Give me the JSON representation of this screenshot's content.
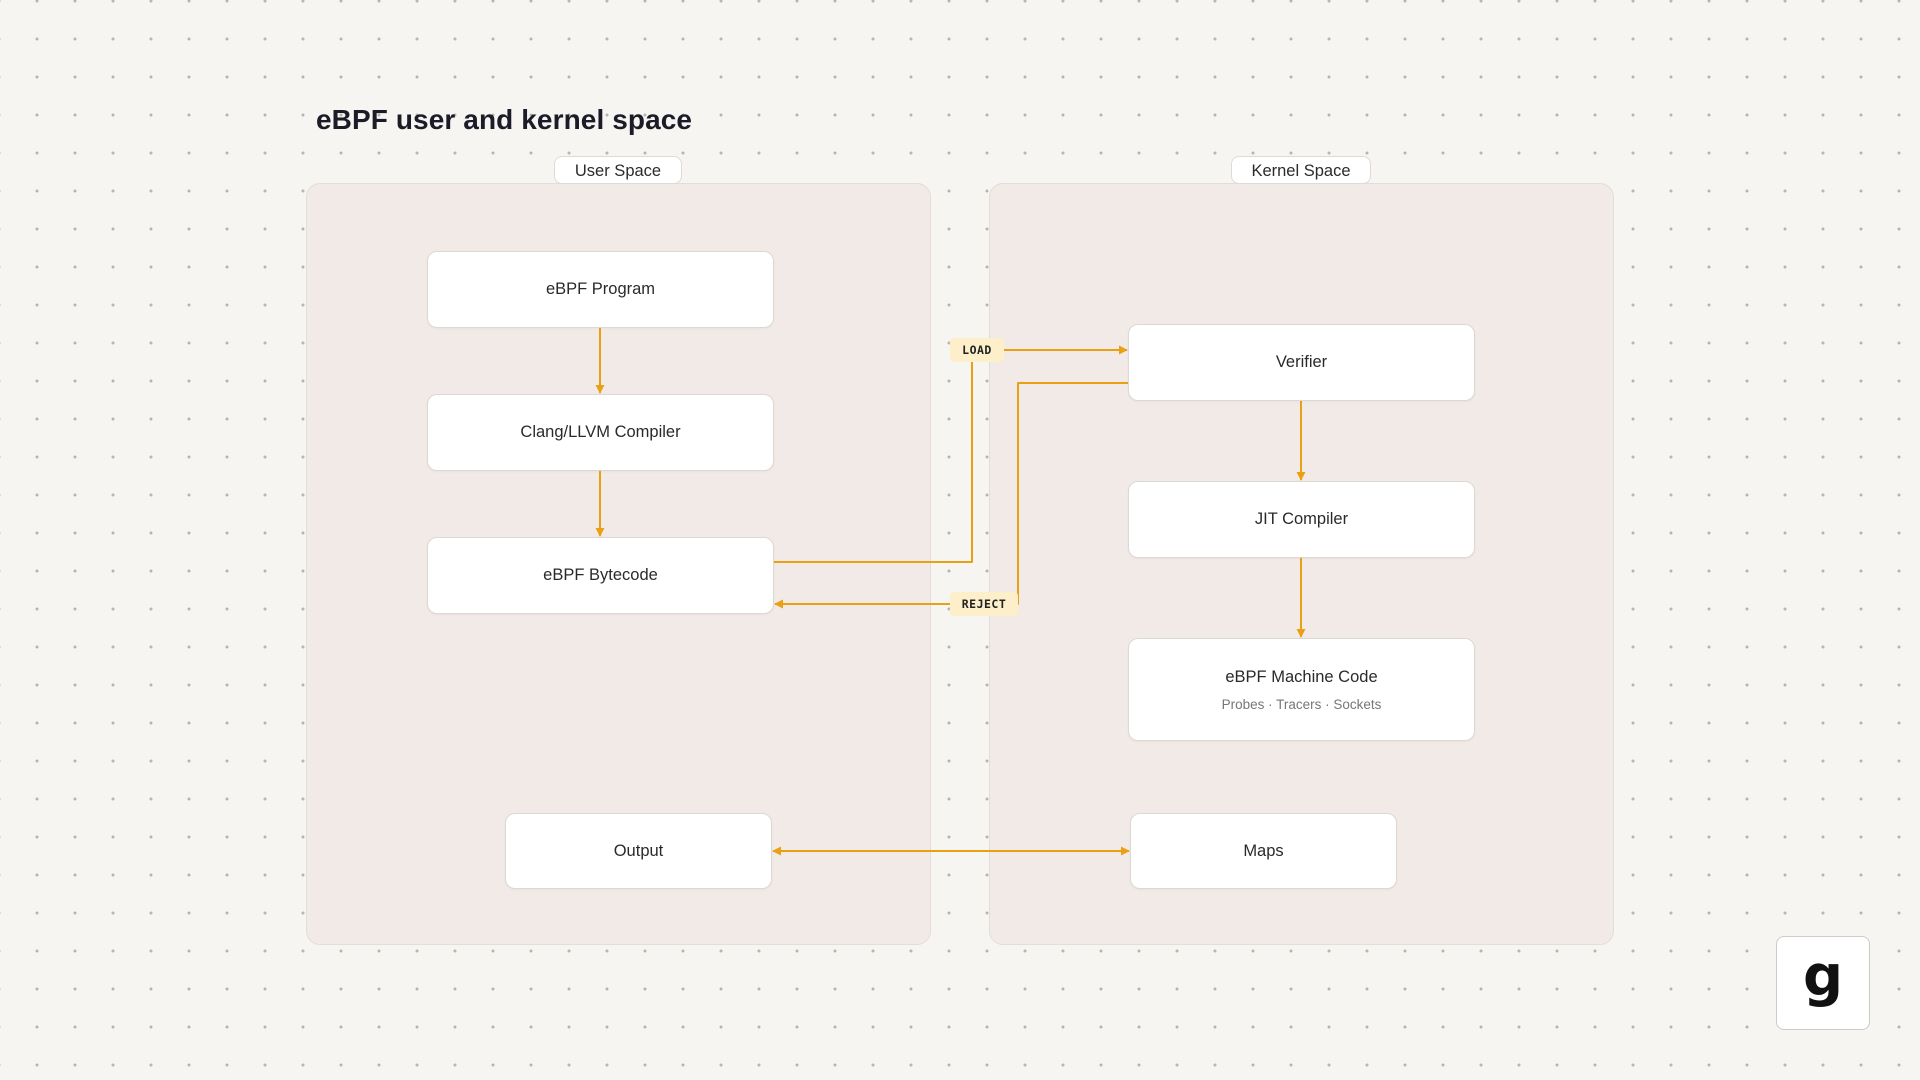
{
  "title": "eBPF user and kernel space",
  "panels": {
    "user_space": {
      "label": "User Space"
    },
    "kernel_space": {
      "label": "Kernel Space"
    }
  },
  "nodes": {
    "ebpf_program": {
      "label": "eBPF Program"
    },
    "clang_llvm": {
      "label": "Clang/LLVM Compiler"
    },
    "ebpf_bytecode": {
      "label": "eBPF Bytecode"
    },
    "output": {
      "label": "Output"
    },
    "verifier": {
      "label": "Verifier"
    },
    "jit_compiler": {
      "label": "JIT Compiler"
    },
    "machine_code": {
      "label": "eBPF Machine Code",
      "sublabel": "Probes · Tracers · Sockets"
    },
    "maps": {
      "label": "Maps"
    }
  },
  "edges": [
    {
      "from": "ebpf_program",
      "to": "clang_llvm",
      "label": ""
    },
    {
      "from": "clang_llvm",
      "to": "ebpf_bytecode",
      "label": ""
    },
    {
      "from": "ebpf_bytecode",
      "to": "verifier",
      "label": "LOAD"
    },
    {
      "from": "verifier",
      "to": "ebpf_bytecode",
      "label": "REJECT"
    },
    {
      "from": "verifier",
      "to": "jit_compiler",
      "label": ""
    },
    {
      "from": "jit_compiler",
      "to": "machine_code",
      "label": ""
    },
    {
      "from": "output",
      "to": "maps",
      "label": "",
      "bidirectional": true
    }
  ],
  "logo": {
    "glyph": "g"
  },
  "colors": {
    "arrow": "#e9a013",
    "panel_fill": "#f1eae6",
    "tag_fill": "#fcefc9",
    "background": "#f7f5f2"
  }
}
